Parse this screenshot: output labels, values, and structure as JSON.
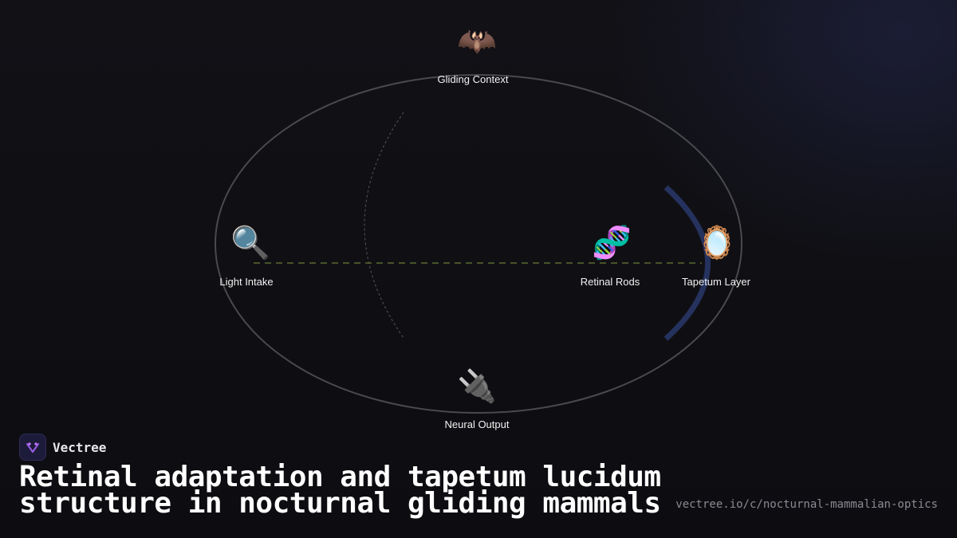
{
  "diagram": {
    "nodes": [
      {
        "id": "gliding-context",
        "label": "Gliding Context",
        "icon": "bat-icon",
        "glyph": "🦇"
      },
      {
        "id": "light-intake",
        "label": "Light Intake",
        "icon": "magnifying-glass-icon",
        "glyph": "🔍"
      },
      {
        "id": "retinal-rods",
        "label": "Retinal Rods",
        "icon": "dna-icon",
        "glyph": "🧬"
      },
      {
        "id": "tapetum-layer",
        "label": "Tapetum Layer",
        "icon": "mirror-icon",
        "glyph": "🪞"
      },
      {
        "id": "neural-output",
        "label": "Neural Output",
        "icon": "plug-icon",
        "glyph": "🔌"
      }
    ],
    "colors": {
      "ellipse": "#4a4a4e",
      "light_path": "#5a6a30",
      "tapetum_arc": "#25325e",
      "inner_arc": "#55555a"
    }
  },
  "brand": {
    "name": "Vectree",
    "logo_icon": "vectree-logo-icon"
  },
  "title": "Retinal adaptation and tapetum lucidum structure in nocturnal gliding mammals",
  "url": "vectree.io/c/nocturnal-mammalian-optics"
}
